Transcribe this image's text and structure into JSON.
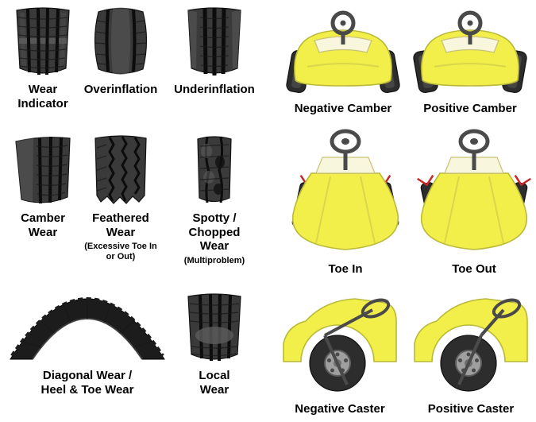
{
  "colors": {
    "background": "#ffffff",
    "car_yellow": "#f2ef4a",
    "car_outline": "#b9b93a",
    "tire_dark": "#3a3a3a",
    "marker_red": "#c62828",
    "label_text": "#000000"
  },
  "tire_wear_items": [
    {
      "label": "Wear Indicator"
    },
    {
      "label": "Overinflation"
    },
    {
      "label": "Underinflation"
    },
    {
      "label": "Camber Wear"
    },
    {
      "label": "Feathered Wear",
      "sublabel": "(Excessive Toe In or Out)"
    },
    {
      "label": "Spotty / Chopped Wear",
      "sublabel": "(Multiproblem)"
    },
    {
      "label": "Diagonal Wear / Heel & Toe Wear"
    },
    {
      "label": "Local Wear"
    }
  ],
  "alignment_items": [
    {
      "label": "Negative Camber"
    },
    {
      "label": "Positive Camber"
    },
    {
      "label": "Toe In"
    },
    {
      "label": "Toe Out"
    },
    {
      "label": "Negative Caster"
    },
    {
      "label": "Positive Caster"
    }
  ]
}
